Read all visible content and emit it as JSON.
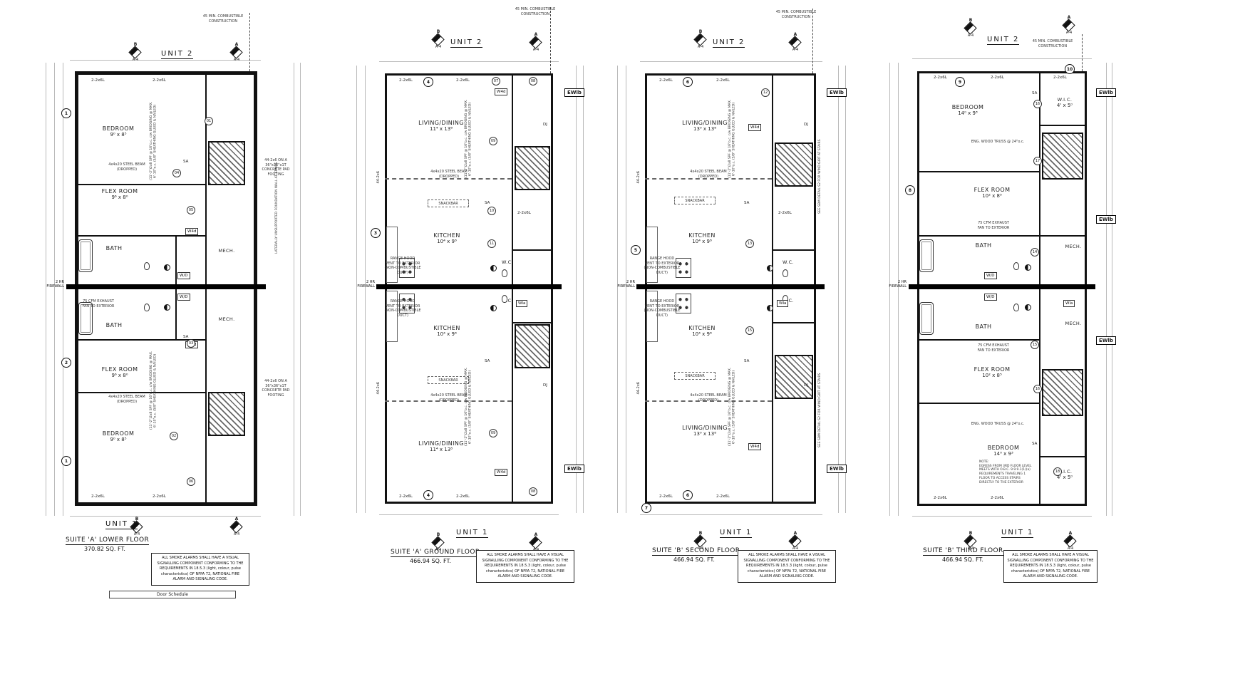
{
  "sheet": {
    "door_schedule": "Door Schedule"
  },
  "shared": {
    "unit2": "UNIT 2",
    "unit1": "UNIT 1",
    "ref_b": "B",
    "ref_a": "A",
    "ref_sheet": "A-4",
    "combustible": "45 MIN. COMBUSTIBLE\nCONSTRUCTION",
    "firewall": "2 HR\nFIREWALL",
    "lintel": "2-2x6L",
    "joist44": "44-2x6",
    "dj": "DJ",
    "sa": "SA",
    "w4d": "W4d",
    "wla": "Wla",
    "ewlb": "EWlb",
    "wd": "W/D",
    "steel_beam": "4x4x20 STEEL BEAM\n(DROPPED)",
    "range_hood": "RANGE HOOD\nVENT TO EXTERIOR\n(NON-COMBUSTIBLE DUCT)",
    "wind_girt": "SEE SBM DETAIL S2 FOR WIND GIRT AT STAIRS",
    "exhaust": "75 CFM EXHAUST\nFAN TO EXTERIOR",
    "wood_truss": "ENG. WOOD TRUSS @ 24\"o.c.",
    "bridging": "(11'-2\")2x8 SPF @ 16\"o.c. c/w BRIDGING @ MAX. 6'-10\"o.c. (5/8\" SHEATHING GLUED & NAILED)",
    "lateral": "LATERALLY UNSUPPORTED FOUNDATION WALL AT STAIRS",
    "pad": "44-2x6 ON A\n36\"x36\"x1T\nCONCRETE PAD\nFOOTING",
    "snackbar": "SNACKBAR",
    "smoke_note": "ALL SMOKE ALARMS SHALL HAVE A VISUAL SIGNALLING COMPONENT CONFORMING TO THE REQUIREMENTS IN 18.5.3 (light, colour, pulse characteristics) OF NFPA 72, NATIONAL FIRE ALARM AND SIGNALING CODE.",
    "egress": "NOTE:\nEGRESS FROM 3RD FLOOR LEVEL MEETS WITH O.B.C. 9.9.9.1(1)(a) REQUIREMENTS TRAVELING 1 FLOOR TO ACCESS STAIRS DIRECTLY TO THE EXTERIOR"
  },
  "panels": [
    {
      "title": "SUITE 'A' LOWER FLOOR",
      "area": "370.82 SQ. FT.",
      "rooms": [
        {
          "label": "BEDROOM",
          "dims": "9⁰ x 8⁵"
        },
        {
          "label": "FLEX ROOM",
          "dims": "9⁶ x 8⁰"
        },
        {
          "label": "BATH",
          "dims": ""
        },
        {
          "label": "MECH.",
          "dims": ""
        },
        {
          "label": "BATH",
          "dims": ""
        },
        {
          "label": "MECH.",
          "dims": ""
        },
        {
          "label": "FLEX ROOM",
          "dims": "9⁶ x 8⁰"
        },
        {
          "label": "BEDROOM",
          "dims": "9⁰ x 8⁵"
        }
      ],
      "grid": [
        "1",
        "2",
        "1"
      ],
      "door_tags": [
        "01",
        "04",
        "05",
        "03",
        "02",
        "06"
      ]
    },
    {
      "title": "SUITE 'A' GROUND FLOOR",
      "area": "466.94 SQ. FT.",
      "rooms": [
        {
          "label": "LIVING/DINING",
          "dims": "11⁴ x 13⁸"
        },
        {
          "label": "KITCHEN",
          "dims": "10⁴ x 9⁸"
        },
        {
          "label": "W.C.",
          "dims": ""
        },
        {
          "label": "KITCHEN",
          "dims": "10⁴ x 9⁸"
        },
        {
          "label": "W.C.",
          "dims": ""
        },
        {
          "label": "LIVING/DINING",
          "dims": "11⁴ x 13⁸"
        }
      ],
      "grid": [
        "4",
        "3",
        "4"
      ],
      "door_tags": [
        "07",
        "08",
        "09",
        "10",
        "11",
        "09",
        "08"
      ]
    },
    {
      "title": "SUITE 'B' SECOND FLOOR",
      "area": "466.94 SQ. FT.",
      "rooms": [
        {
          "label": "LIVING/DINING",
          "dims": "13⁰ x 13⁸"
        },
        {
          "label": "KITCHEN",
          "dims": "10⁴ x 9⁸"
        },
        {
          "label": "W.C.",
          "dims": ""
        },
        {
          "label": "KITCHEN",
          "dims": "10⁴ x 9⁸"
        },
        {
          "label": "W.C.",
          "dims": ""
        },
        {
          "label": "LIVING/DINING",
          "dims": "13⁰ x 13⁸"
        }
      ],
      "grid": [
        "6",
        "5",
        "6",
        "7"
      ],
      "door_tags": [
        "12",
        "13",
        "15"
      ]
    },
    {
      "title": "SUITE 'B' THIRD FLOOR",
      "area": "466.94 SQ. FT.",
      "rooms": [
        {
          "label": "BEDROOM",
          "dims": "14⁰ x 9³"
        },
        {
          "label": "W.I.C.",
          "dims": "4' x 5⁰"
        },
        {
          "label": "FLEX ROOM",
          "dims": "10² x 8⁵"
        },
        {
          "label": "BATH",
          "dims": ""
        },
        {
          "label": "MECH.",
          "dims": ""
        },
        {
          "label": "BATH",
          "dims": ""
        },
        {
          "label": "MECH.",
          "dims": ""
        },
        {
          "label": "FLEX ROOM",
          "dims": "10² x 8⁵"
        },
        {
          "label": "BEDROOM",
          "dims": "14⁰ x 9³"
        },
        {
          "label": "W.I.C.",
          "dims": "4' x 5⁰"
        }
      ],
      "grid": [
        "9",
        "8",
        "10"
      ],
      "door_tags": [
        "16",
        "17",
        "14",
        "15",
        "16",
        "18"
      ]
    }
  ]
}
